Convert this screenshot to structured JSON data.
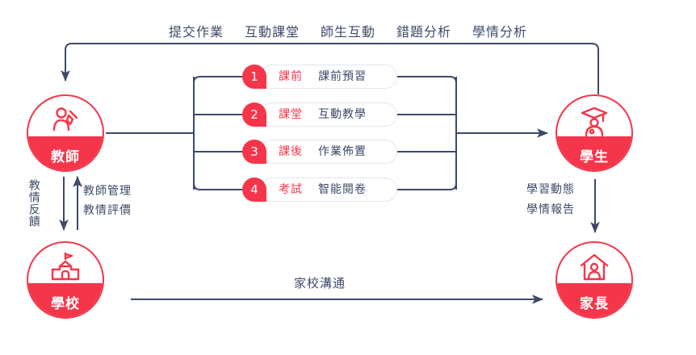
{
  "top_labels": [
    "提交作業",
    "互動課堂",
    "師生互動",
    "錯題分析",
    "學情分析"
  ],
  "nodes": {
    "teacher": {
      "label": "教師",
      "icon": "teacher-icon"
    },
    "student": {
      "label": "學生",
      "icon": "graduate-icon"
    },
    "school": {
      "label": "學校",
      "icon": "school-building-icon"
    },
    "parent": {
      "label": "家長",
      "icon": "home-person-icon"
    }
  },
  "steps": [
    {
      "number": "1",
      "category": "課前",
      "text": "課前預習"
    },
    {
      "number": "2",
      "category": "課堂",
      "text": "互動教學"
    },
    {
      "number": "3",
      "category": "課後",
      "text": "作業佈置"
    },
    {
      "number": "4",
      "category": "考試",
      "text": "智能閱卷"
    }
  ],
  "annotations": {
    "teacher_school_vertical": "教情反饋",
    "teacher_management": "教師管理",
    "teacher_evaluation": "教情評價",
    "learning_dynamics": "學習動態",
    "learning_report": "學情報告",
    "home_school_communication": "家校溝通"
  },
  "colors": {
    "accent_red": "#f5364a",
    "line_navy": "#3d4a68",
    "text_navy": "#3d4a68",
    "pill_border": "#e3e6ef"
  }
}
